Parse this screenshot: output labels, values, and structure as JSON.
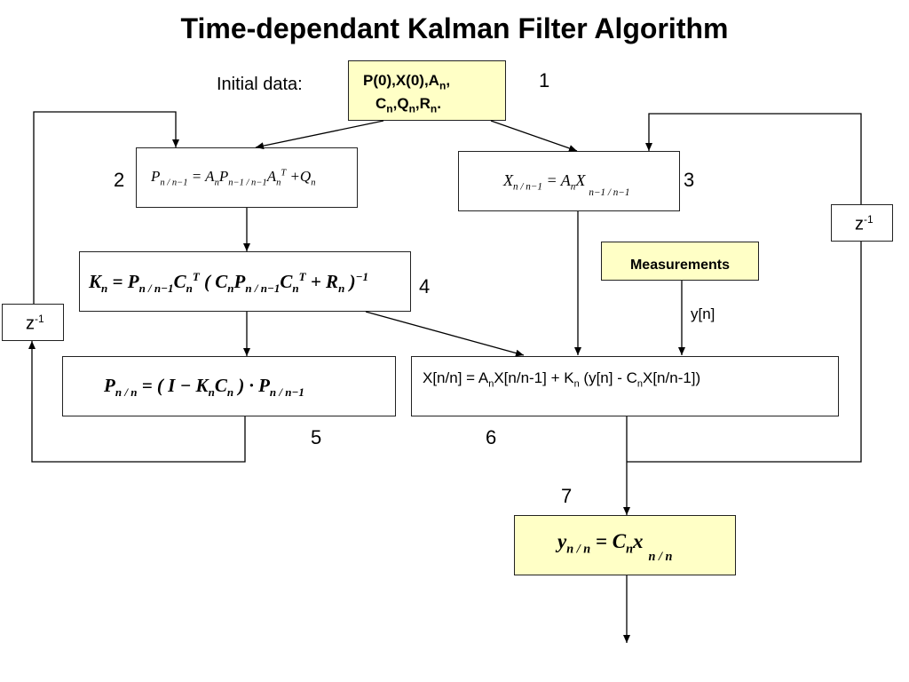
{
  "title": "Time-dependant Kalman Filter Algorithm",
  "initial_label": "Initial data:",
  "step_numbers": {
    "s1": "1",
    "s2": "2",
    "s3": "3",
    "s4": "4",
    "s5": "5",
    "s6": "6",
    "s7": "7"
  },
  "delay_label": {
    "base": "z",
    "exp": "-1"
  },
  "measurements_label": "Measurements",
  "measurement_signal": "y[n]",
  "initial_data": {
    "line1": [
      "P(0),X(0),A",
      "n",
      ","
    ],
    "line2": [
      "C",
      "n",
      ",Q",
      "n",
      ",R",
      "n",
      "."
    ]
  },
  "eq6_text": [
    "X[n/n] = A",
    "n",
    "X[n/n-1] + K",
    "n",
    " (y[n] - C",
    "n",
    "X[n/n-1])"
  ],
  "colors": {
    "highlight": "#ffffc6",
    "border": "#222222",
    "wire": "#000000"
  }
}
